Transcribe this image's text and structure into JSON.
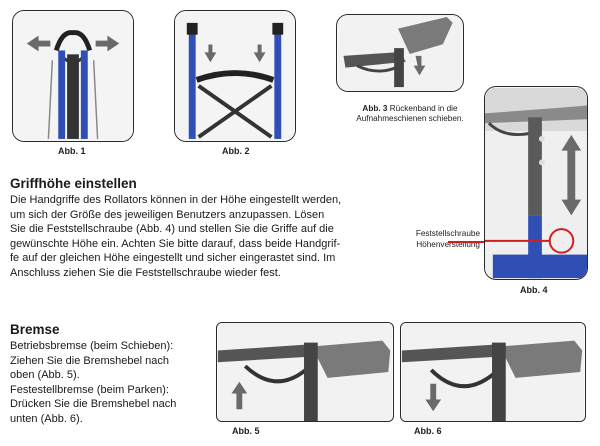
{
  "figures": {
    "abb1": "Abb. 1",
    "abb2": "Abb. 2",
    "abb3": {
      "number": "Abb. 3",
      "text": "Rückenband in die",
      "text2": "Aufnahmeschienen schieben."
    },
    "abb4": "Abb. 4",
    "abb5": "Abb. 5",
    "abb6": "Abb. 6"
  },
  "callout": {
    "line1": "Feststellschraube",
    "line2": "Höhenverstellung"
  },
  "section_height": {
    "title": "Griffhöhe einstellen",
    "lines": [
      "Die Handgriffe des Rollators können in der Höhe eingestellt werden,",
      "um sich der Größe des jeweiligen Benutzers anzupassen. Lösen",
      "Sie die Feststellschraube (Abb. 4) und stellen Sie die Griffe auf die",
      "gewünschte Höhe ein. Achten Sie bitte darauf, dass beide Handgrif-",
      "fe auf der gleichen Höhe eingestellt und sicher eingerastet sind. Im",
      "Anschluss ziehen Sie die Feststellschraube wieder fest."
    ]
  },
  "section_brake": {
    "title": "Bremse",
    "lines": [
      "Betriebsbremse (beim Schieben):",
      "Ziehen Sie die Bremshebel nach",
      "oben (Abb. 5).",
      "Festestellbremse (beim Parken):",
      "Drücken Sie die Bremshebel nach",
      "unten (Abb. 6)."
    ]
  },
  "colors": {
    "frame_blue": "#2f4fb5",
    "arrow_gray": "#6a6a6a",
    "callout_red": "#d11f1f"
  }
}
